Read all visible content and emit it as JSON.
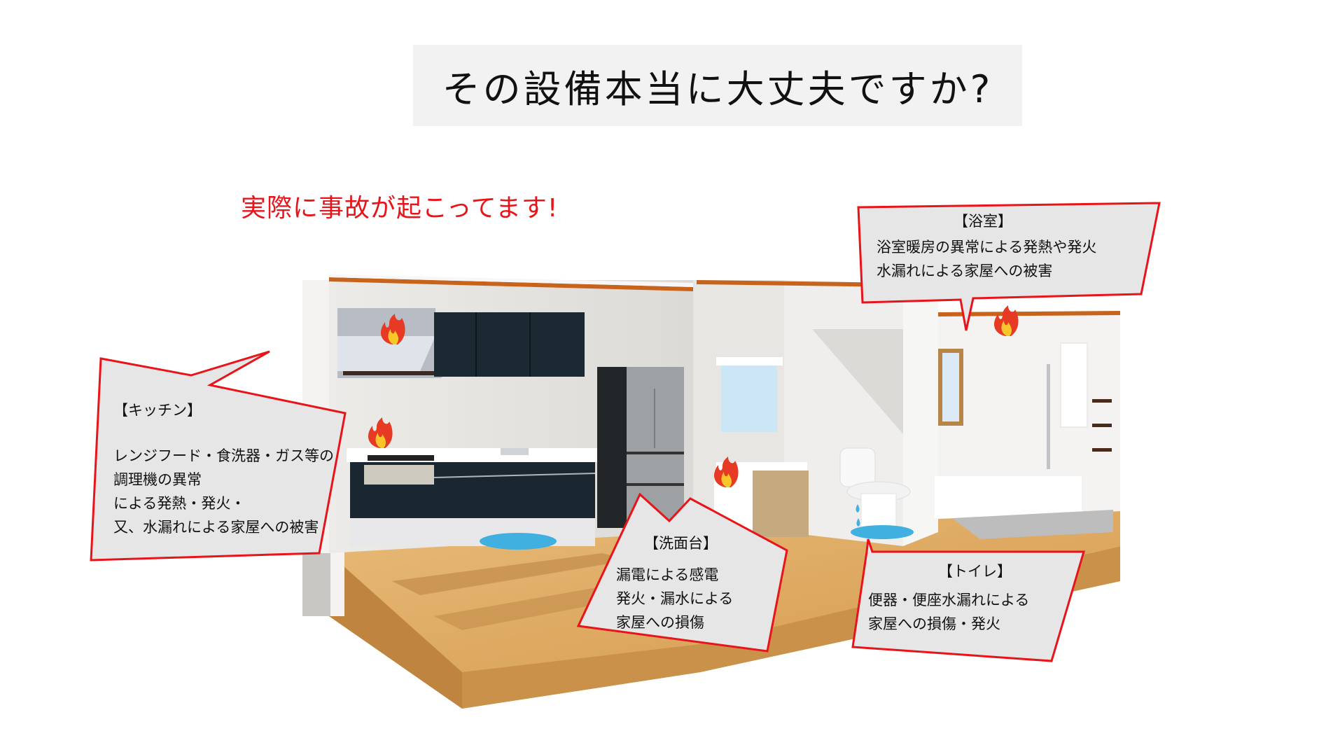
{
  "header": {
    "title": "その設備本当に大丈夫ですか?",
    "warning": "実際に事故が起こってます!"
  },
  "callouts": {
    "bathroom": {
      "heading": "【浴室】",
      "lines": [
        "浴室暖房の異常による発熱や発火",
        "水漏れによる家屋への被害"
      ]
    },
    "kitchen": {
      "heading": "【キッチン】",
      "lines": [
        "レンジフード・食洗器・ガス等の",
        "調理機の異常",
        "による発熱・発火・",
        "又、水漏れによる家屋への被害"
      ]
    },
    "washbasin": {
      "heading": "【洗面台】",
      "lines": [
        "漏電による感電",
        "発火・漏水による",
        "家屋への損傷"
      ]
    },
    "toilet": {
      "heading": "【トイレ】",
      "lines": [
        "便器・便座水漏れによる",
        "家屋への損傷・発火"
      ]
    }
  },
  "colors": {
    "accent_red": "#e8141a",
    "bubble_fill": "#e6e6e6",
    "title_bg": "#f2f2f2",
    "wood": "#d9a45c",
    "cabinet": "#1c2a33",
    "water": "#3fb0e0"
  }
}
